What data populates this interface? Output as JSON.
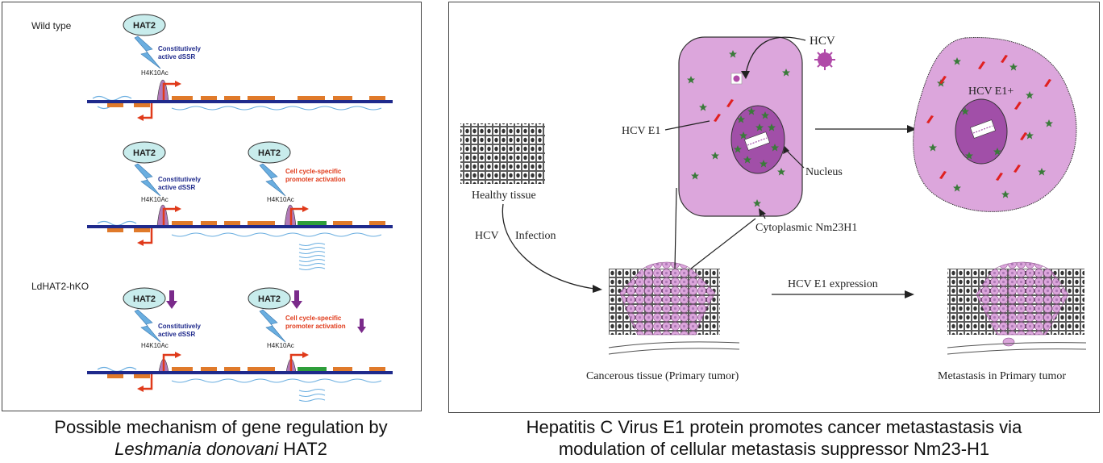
{
  "left_panel": {
    "section_wild_type": "Wild type",
    "section_knockout": "LdHAT2-hKO",
    "hat2": "HAT2",
    "dssr_line1": "Constitutively",
    "dssr_line2": "active dSSR",
    "cc_line1": "Cell cycle-specific",
    "cc_line2": "promoter activation",
    "mark": "H4K10Ac"
  },
  "right_panel": {
    "hcv": "HCV",
    "hcv_e1": "HCV E1",
    "hcv_e1_plus": "HCV E1+",
    "nucleus": "Nucleus",
    "cytoplasmic": "Cytoplasmic Nm23H1",
    "healthy": "Healthy tissue",
    "infection_a": "HCV",
    "infection_b": "Infection",
    "expression": "HCV E1 expression",
    "cancer": "Cancerous tissue (Primary tumor)",
    "metastasis": "Metastasis in Primary tumor"
  },
  "captions": {
    "left_line1": "Possible mechanism of gene regulation by",
    "left_italic": "Leshmania donovani",
    "left_rest": " HAT2",
    "right_line1": "Hepatitis C Virus E1 protein promotes cancer metastastasis via",
    "right_line2": "modulation of cellular metastasis suppressor Nm23-H1"
  },
  "colors": {
    "chromatin": "#1f2a8c",
    "gene_box": "#e07a2a",
    "green_gene": "#2e9e3a",
    "arrow_red": "#e03a1a",
    "hat_bubble": "#c8ecec",
    "bolt": "#6aaee0",
    "peak": "#b07ab8",
    "cell_pink": "#dca6dc",
    "nucleus": "#a14fa8",
    "nm23": "#3a7a3a",
    "e1_red": "#e02020",
    "virus": "#b04aa8"
  }
}
